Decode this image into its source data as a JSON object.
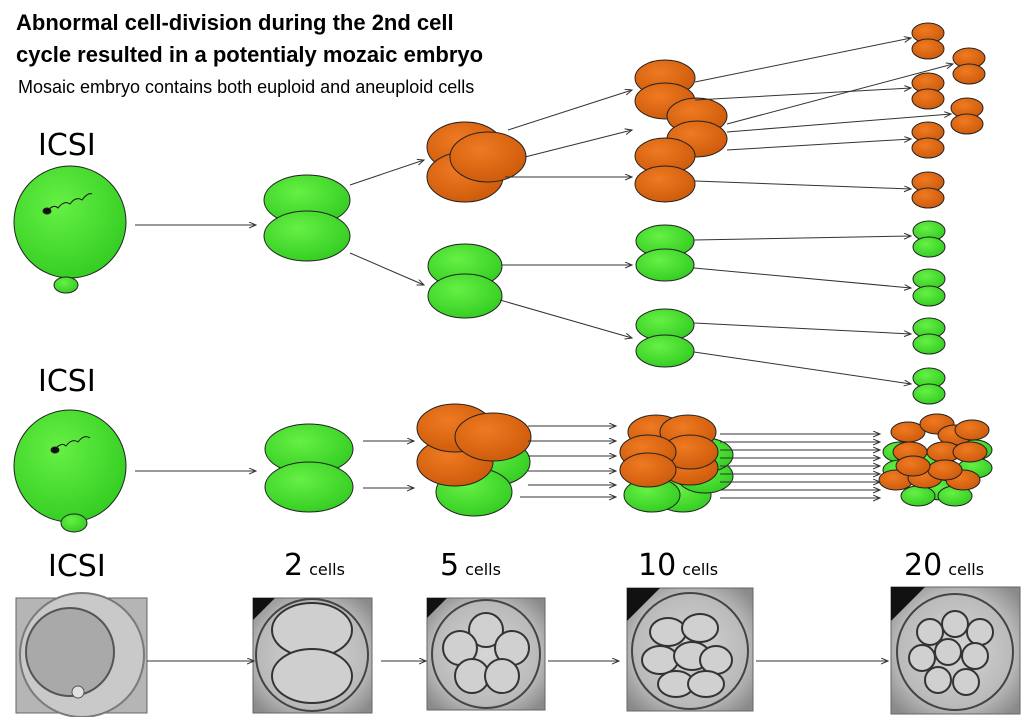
{
  "title": {
    "line1": "Abnormal cell-division  during the 2nd cell",
    "line2": "cycle resulted in a potentialy mozaic embryo",
    "subtitle": "Mosaic embryo contains both euploid and aneuploid cells"
  },
  "labels": {
    "icsi_top": "ICSI",
    "icsi_middle": "ICSI",
    "icsi_bottom": "ICSI"
  },
  "stages": [
    {
      "number": "2",
      "unit": "cells"
    },
    {
      "number": "5",
      "unit": "cells"
    },
    {
      "number": "10",
      "unit": "cells"
    },
    {
      "number": "20",
      "unit": "cells"
    }
  ],
  "colors": {
    "euploid": "#44dd33",
    "aneuploid": "#dd6611",
    "arrow": "#333333"
  }
}
